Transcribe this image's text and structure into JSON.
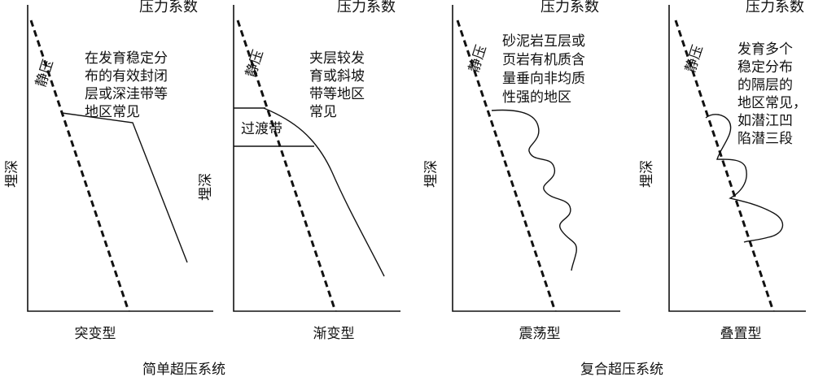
{
  "panels": [
    {
      "pressure_label": "压力系数",
      "depth_label": "埋深",
      "static_label": "静压",
      "description": [
        "在发育稳定分",
        "布的有效封闭",
        "层或深洼带等",
        "地区常见"
      ],
      "type_label": "突变型"
    },
    {
      "pressure_label": "压力系数",
      "depth_label": "埋深",
      "static_label": "静压",
      "description": [
        "夹层较发",
        "育或斜坡",
        "带等地区",
        "常见"
      ],
      "transition_label": "过渡带",
      "type_label": "渐变型"
    },
    {
      "pressure_label": "压力系数",
      "depth_label": "埋深",
      "static_label": "静压",
      "description": [
        "砂泥岩互层或",
        "页岩有机质含",
        "量垂向非均质",
        "性强的地区"
      ],
      "type_label": "震荡型"
    },
    {
      "pressure_label": "压力系数",
      "depth_label": "埋深",
      "static_label": "静压",
      "description": [
        "发育多个",
        "稳定分布",
        "的隔层的",
        "地区常见，",
        "如潜江凹",
        "陷潜三段"
      ],
      "type_label": "叠置型"
    }
  ],
  "groups": {
    "simple": "简单超压系统",
    "complex": "复合超压系统"
  }
}
